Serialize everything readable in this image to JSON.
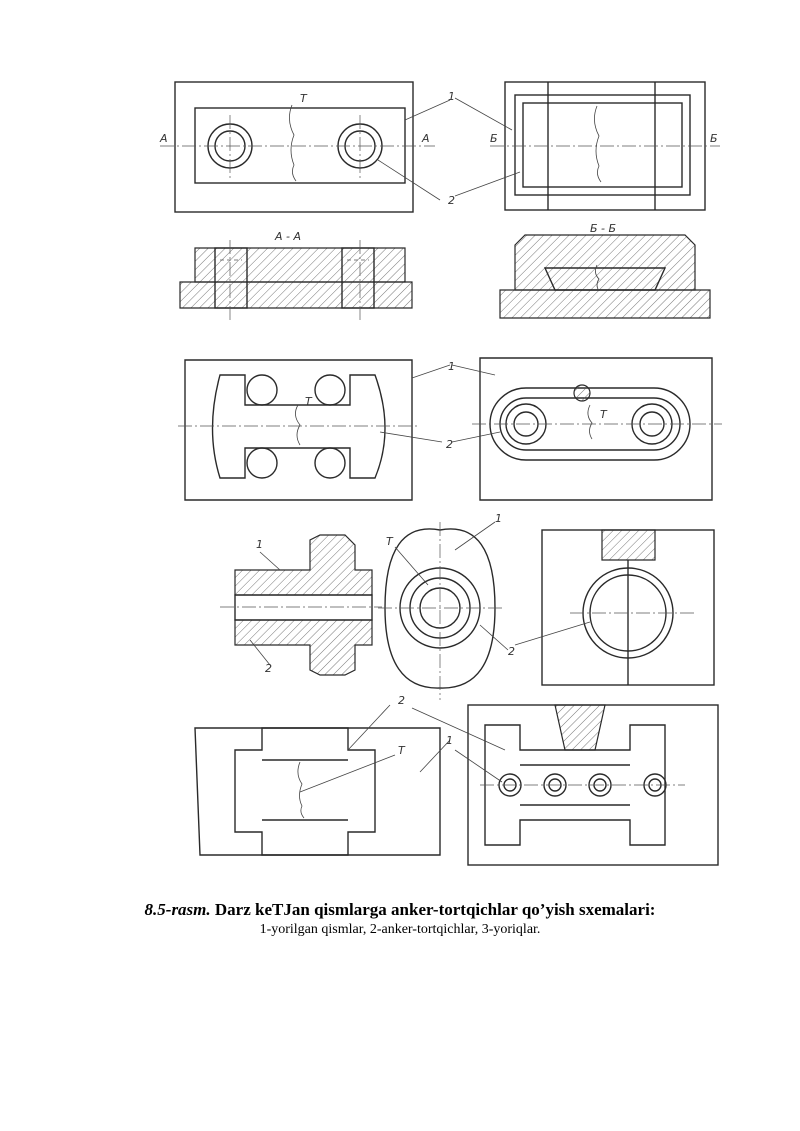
{
  "figure": {
    "labels": {
      "part": "1",
      "anchor": "2",
      "crack": "T",
      "a": "A",
      "b": "Б",
      "section_aa": "A - A",
      "section_bb": "Б - Б"
    }
  },
  "caption": {
    "number": "8.5-rasm.",
    "title": " Darz keTJan qismlarga anker-tortqichlar qo’yish sxemalari:",
    "subtitle": "1-yorilgan qismlar, 2-anker-tortqichlar, 3-yoriqlar."
  }
}
